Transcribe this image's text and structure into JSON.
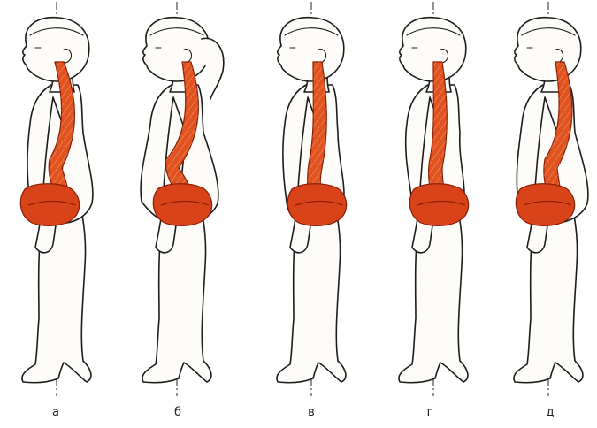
{
  "figures": [
    {
      "label": "а",
      "spine_color": "#e0531f",
      "pelvis_color": "#d9431a"
    },
    {
      "label": "б",
      "spine_color": "#e0531f",
      "pelvis_color": "#d9431a"
    },
    {
      "label": "в",
      "spine_color": "#e0531f",
      "pelvis_color": "#d9431a"
    },
    {
      "label": "г",
      "spine_color": "#e0531f",
      "pelvis_color": "#d9431a"
    },
    {
      "label": "д",
      "spine_color": "#e0531f",
      "pelvis_color": "#d9431a"
    }
  ],
  "colors": {
    "outline": "#1c1c1c",
    "background": "#ffffff",
    "skin": "#fdfcf8"
  }
}
